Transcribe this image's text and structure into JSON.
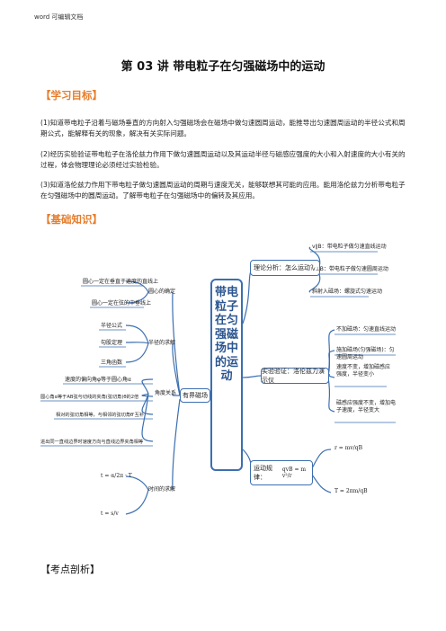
{
  "header": "word 可编辑文档",
  "title": "第 03 讲  带电粒子在匀强磁场中的运动",
  "section_goals": "【学习目标】",
  "goals": [
    "(1)知道带电粒子沿着与磁场垂直的方向射入匀强磁场会在磁场中做匀速圆周运动，能推导出匀速圆周运动的半径公式和周期公式，能解释有关的现象，解决有关实际问题。",
    "(2)经历实验验证带电粒子在洛伦兹力作用下做匀速圆周运动以及其运动半径与磁感应强度的大小和入射速度的大小有关的过程，体会物理理论必须经过实验检验。",
    "(3)知道洛伦兹力作用下带电粒子做匀速圆周运动的周期与速度无关，能够联想其可能的应用。能用洛伦兹力分析带电粒子在匀强磁场中的圆周运动。了解带电粒子在匀强磁场中的偏转及其应用。"
  ],
  "section_basics": "【基础知识】",
  "mindmap": {
    "center": "带电粒子在匀强磁场中的运动",
    "right": {
      "theory": "理论分析：怎么运动？",
      "theory_items": [
        "v∥B：带电粒子做匀速直线运动",
        "v⊥B：带电粒子做匀速圆周运动",
        "斜射入磁场：螺旋式匀速运动"
      ],
      "experiment": "实验验证：洛伦兹力演示仪",
      "experiment_items": [
        "不加磁场：匀速直线运动",
        "施加磁场(匀强磁场)：匀速圆周运动",
        "速度不变，增加磁感应强度，半径变小",
        "磁感应强度不变，增加电子速度，半径变大"
      ],
      "law": "运动规律：",
      "law_formula": "qvB = m v²/r",
      "law_r": "r = mv/qB",
      "law_t": "T = 2πm/qB"
    },
    "left": {
      "root": "有界磁场",
      "branches": [
        {
          "label": "圆心的确定",
          "items": [
            "圆心一定在垂直于速度的直线上",
            "圆心一定在弦的中垂线上"
          ]
        },
        {
          "label": "半径的求解",
          "items": [
            "半径公式",
            "勾股定理",
            "三角函数"
          ]
        },
        {
          "label": "角度关系",
          "items": [
            "速度的偏向角φ等于圆心角α",
            "圆心角α等于AB弦与切线的夹角(弦切角)θ的2倍",
            "相对的弦切角相等，与相邻的弦切角θ'互补",
            "进出同一直线边界时速度方向与直线边界夹角相等"
          ]
        },
        {
          "label": "时间的求解",
          "items": [
            "t = α/2π · T",
            "t = s/v"
          ]
        }
      ]
    }
  },
  "section_analysis": "【考点剖析】"
}
